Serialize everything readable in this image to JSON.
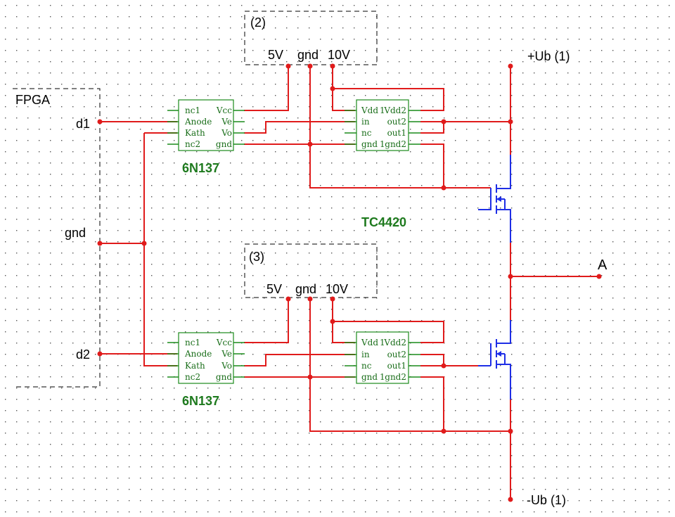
{
  "labels": {
    "fpga": "FPGA",
    "d1": "d1",
    "gnd": "gnd",
    "d2": "d2",
    "ub_plus": "+Ub (1)",
    "ub_minus": "-Ub (1)",
    "out_a": "A",
    "supply2": "(2)",
    "supply3": "(3)",
    "v5": "5V",
    "v_gnd": "gnd",
    "v10": "10V"
  },
  "chips": {
    "optocoupler": {
      "name": "6N137",
      "left_pins": [
        "nc1",
        "Anode",
        "Kath",
        "nc2"
      ],
      "right_pins": [
        "Vcc",
        "Ve",
        "Vo",
        "gnd"
      ]
    },
    "driver": {
      "name": "TC4420",
      "left_pins": [
        "Vdd",
        "in",
        "nc",
        "gnd"
      ],
      "right_pins": [
        "Vdd2",
        "out2",
        "out1",
        "gnd2"
      ],
      "overlap_left": [
        "1",
        "",
        "",
        "1"
      ]
    }
  },
  "colors": {
    "wire": "#e01b1b",
    "mosfet": "#1e2ee6",
    "component": "#1a8a1a",
    "chip_label": "#1e7a1e"
  }
}
